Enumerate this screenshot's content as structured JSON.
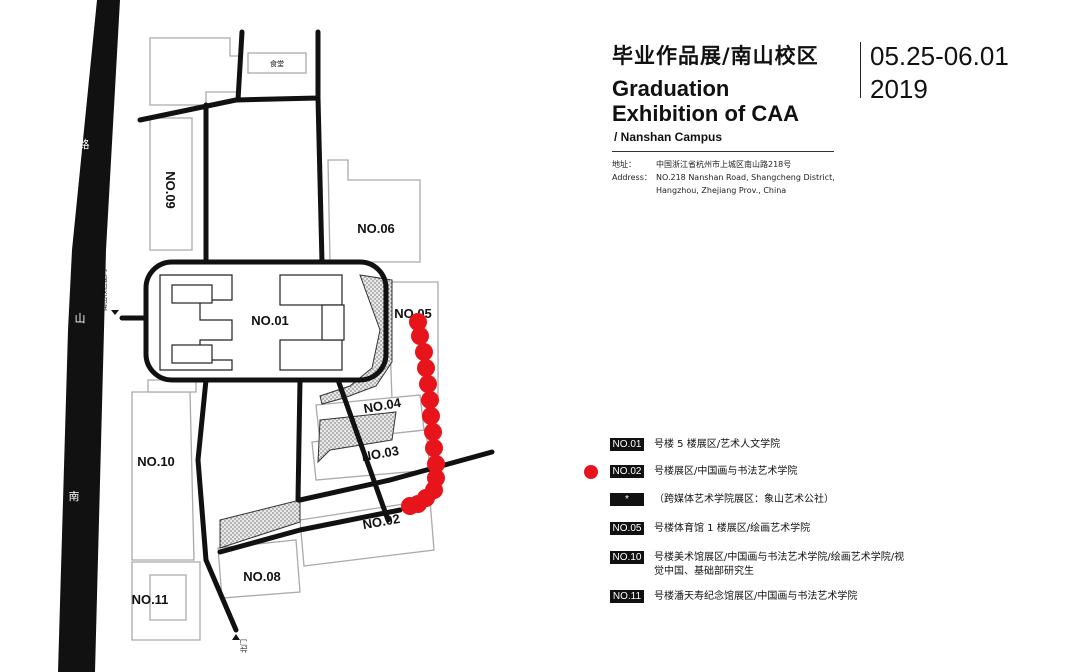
{
  "map": {
    "road_name_chars": [
      "路",
      "山",
      "南"
    ],
    "gate_main": "南山校区正门",
    "gate_side": "北门",
    "canteen": "食堂",
    "buildings": [
      "NO.09",
      "NO.06",
      "NO.01",
      "NO.05",
      "NO.04",
      "NO.03",
      "NO.10",
      "NO.02",
      "NO.08",
      "NO.11"
    ],
    "route_color": "#e8141b"
  },
  "header": {
    "title_cn": "毕业作品展/南山校区",
    "title_en_line1": "Graduation",
    "title_en_line2": "Exhibition of CAA",
    "campus": "/ Nanshan Campus",
    "date_line1": "05.25-06.01",
    "date_line2": "2019",
    "address_cn_key": "地址：",
    "address_cn_value": "中国浙江省杭州市上城区南山路218号",
    "address_en_key": "Address：",
    "address_en_line1": "NO.218 Nanshan Road, Shangcheng District,",
    "address_en_line2": "Hangzhou, Zhejiang Prov., China"
  },
  "legend": [
    {
      "tag": "NO.01",
      "text": "号楼 5 楼展区/艺术人文学院",
      "marker": "tag"
    },
    {
      "tag": "NO.02",
      "text": "号楼展区/中国画与书法艺术学院",
      "marker": "tag+dot"
    },
    {
      "tag": "*",
      "text": "（跨媒体艺术学院展区：象山艺术公社）",
      "marker": "tag"
    },
    {
      "tag": "NO.05",
      "text": "号楼体育馆 1 楼展区/绘画艺术学院",
      "marker": "tag"
    },
    {
      "tag": "NO.10",
      "text": "号楼美术馆展区/中国画与书法艺术学院/绘画艺术学院/视觉中国、基础部研究生",
      "marker": "tag"
    },
    {
      "tag": "NO.11",
      "text": "号楼潘天寿纪念馆展区/中国画与书法艺术学院",
      "marker": "tag"
    }
  ]
}
